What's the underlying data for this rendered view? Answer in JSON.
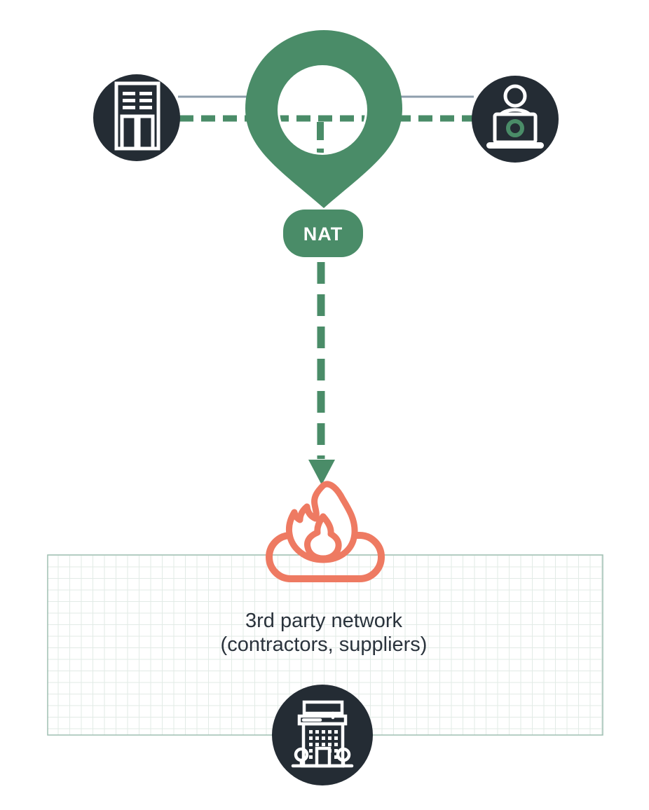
{
  "diagram": {
    "nat_label": "NAT",
    "zone": {
      "line1": "3rd party network",
      "line2": "(contractors, suppliers)"
    },
    "nodes": [
      {
        "id": "office-building",
        "icon": "office-building-icon",
        "shape": "dark-circle"
      },
      {
        "id": "remote-user",
        "icon": "person-laptop-icon",
        "shape": "dark-circle"
      },
      {
        "id": "nat-gateway",
        "icon": "map-pin-icon",
        "label": "NAT"
      },
      {
        "id": "firewall",
        "icon": "flame-firewall-icon"
      },
      {
        "id": "partner-company",
        "icon": "company-building-icon",
        "shape": "dark-circle"
      }
    ],
    "links": [
      {
        "from": "office-building",
        "to": "remote-user",
        "style": "solid-gray"
      },
      {
        "from": "office-building",
        "to": "remote-user",
        "style": "dashed-green"
      },
      {
        "from": "nat-gateway",
        "to": "firewall",
        "style": "dashed-green-arrow"
      }
    ],
    "colors": {
      "green": "#4a8c68",
      "dark_circle": "#242c34",
      "coral": "#ee7a62",
      "link_gray": "#8e9eac",
      "grid_line": "#e2ebe6",
      "grid_border": "#9fbfb2",
      "text": "#2a333c",
      "white": "#ffffff"
    }
  }
}
